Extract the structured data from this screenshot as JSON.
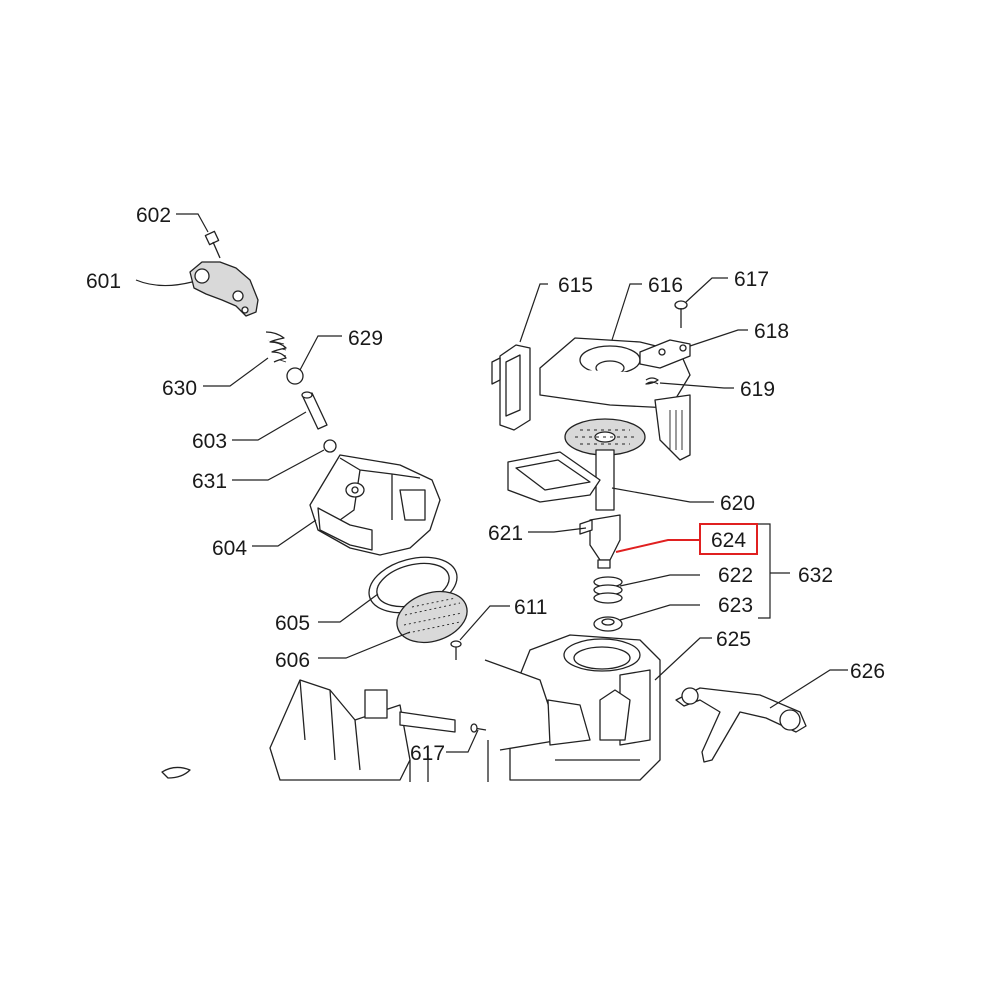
{
  "diagram": {
    "labels": {
      "p601": "601",
      "p602": "602",
      "p603": "603",
      "p604": "604",
      "p605": "605",
      "p606": "606",
      "p611": "611",
      "p615": "615",
      "p616": "616",
      "p617a": "617",
      "p617b": "617",
      "p618": "618",
      "p619": "619",
      "p620": "620",
      "p621": "621",
      "p622": "622",
      "p623": "623",
      "p624": "624",
      "p625": "625",
      "p626": "626",
      "p629": "629",
      "p630": "630",
      "p631": "631",
      "p632": "632"
    },
    "highlight": {
      "part": "624",
      "color": "#e02020"
    },
    "line_color": "#222222"
  }
}
